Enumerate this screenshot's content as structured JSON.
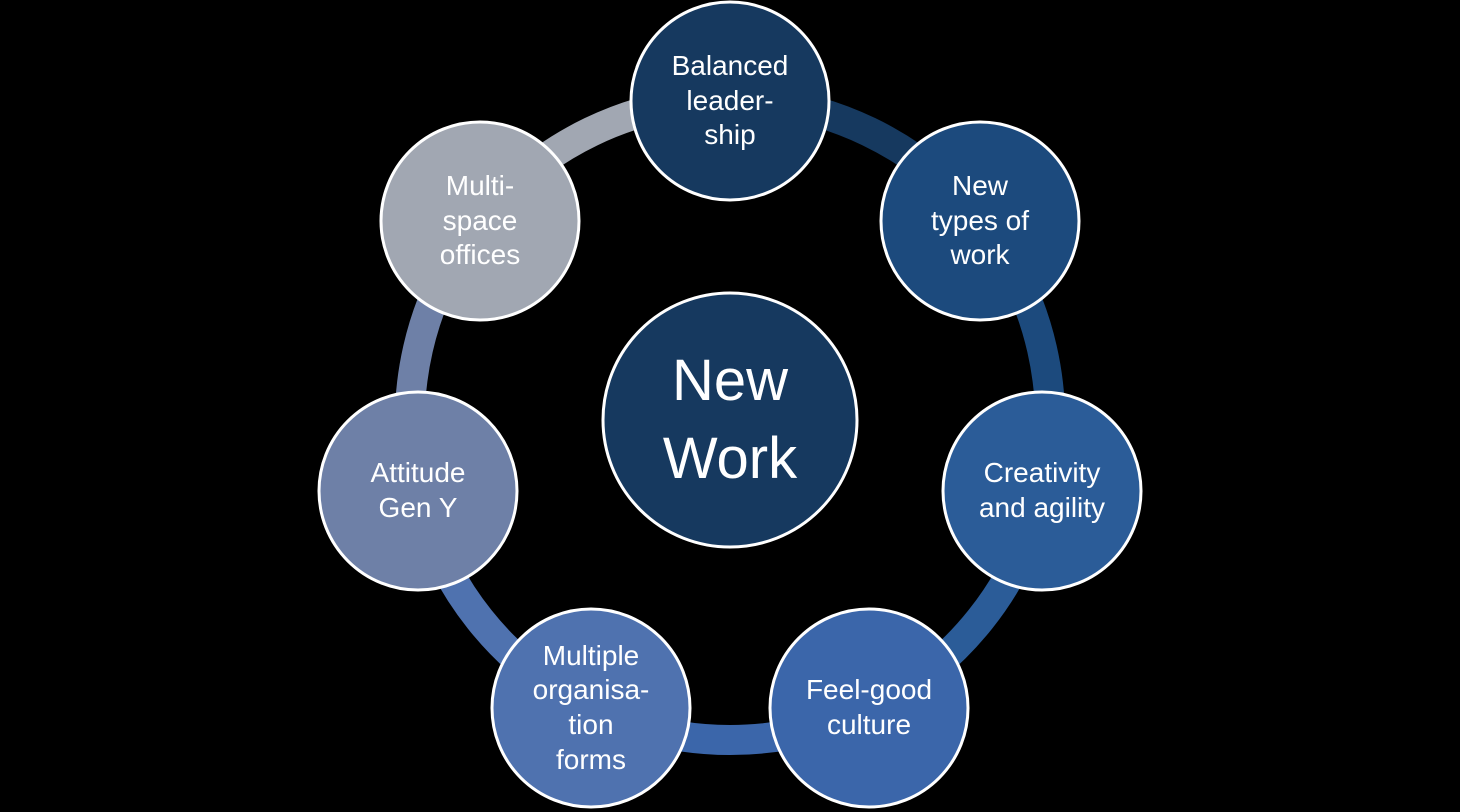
{
  "diagram": {
    "title": "New Work",
    "background_color": "#000000",
    "text_color": "#FFFFFF",
    "circle_border_color": "#FFFFFF",
    "center": {
      "label": "New\nWork",
      "color": "#16395F"
    },
    "items": [
      {
        "id": "balanced-leadership",
        "label": "Balanced\nleader-\nship",
        "color": "#16395F"
      },
      {
        "id": "new-types-of-work",
        "label": "New\ntypes of\nwork",
        "color": "#1C4A7D"
      },
      {
        "id": "creativity-and-agility",
        "label": "Creativity\nand agility",
        "color": "#2B5C98"
      },
      {
        "id": "feel-good-culture",
        "label": "Feel-good\nculture",
        "color": "#3B66AA"
      },
      {
        "id": "multiple-organisation-forms",
        "label": "Multiple\norganisa-\ntion\nforms",
        "color": "#4F72AF"
      },
      {
        "id": "attitude-gen-y",
        "label": "Attitude\nGen Y",
        "color": "#6E80A7"
      },
      {
        "id": "multi-space-offices",
        "label": "Multi-\nspace\noffices",
        "color": "#A1A7B2"
      }
    ]
  }
}
